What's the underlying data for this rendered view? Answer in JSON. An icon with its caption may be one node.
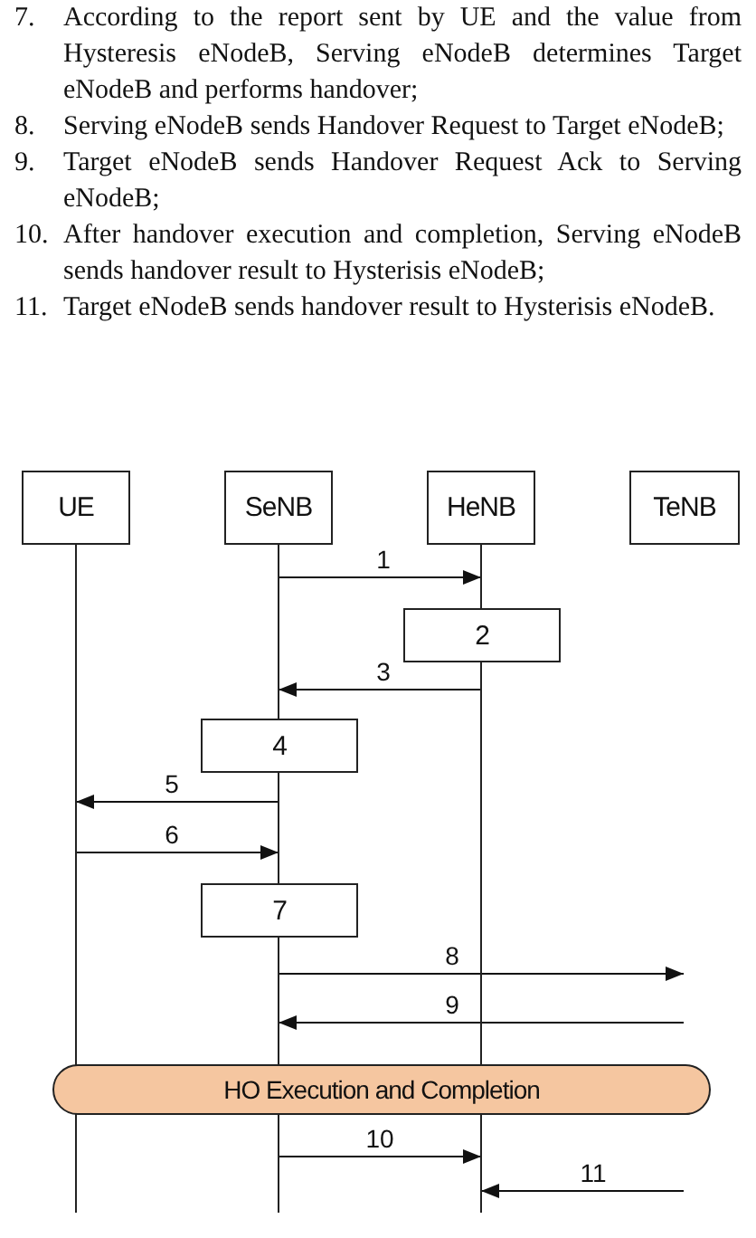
{
  "diagram": {
    "nodes": [
      {
        "text": [
          "UE"
        ]
      },
      {
        "text": [
          "SeNB"
        ]
      },
      {
        "text": [
          "HeNB"
        ]
      },
      {
        "text": [
          "TeNB"
        ]
      },
      {
        "text": [
          "2"
        ]
      },
      {
        "text": [
          "4"
        ]
      },
      {
        "text": [
          "7"
        ]
      },
      {
        "text": [
          "HO Execution and Completion"
        ]
      }
    ],
    "edges": [
      {
        "from": 1,
        "to": 2,
        "arrow": "to",
        "label": "1"
      },
      {
        "from": 2,
        "to": 1,
        "arrow": "to",
        "label": "3"
      },
      {
        "from": 1,
        "to": 0,
        "arrow": "to",
        "label": "5"
      },
      {
        "from": 0,
        "to": 1,
        "arrow": "to",
        "label": "6"
      },
      {
        "from": 1,
        "to": null,
        "arrow": "to",
        "label": "8"
      },
      {
        "from": null,
        "to": 1,
        "arrow": "to",
        "label": "9"
      },
      {
        "from": 1,
        "to": 2,
        "arrow": "to",
        "label": "10"
      },
      {
        "from": null,
        "to": 2,
        "arrow": "to",
        "label": "11"
      }
    ],
    "labels": [
      "7.",
      "According to the report sent by UE and the value from Hysteresis eNodeB, Serving eNodeB determines Target eNodeB and performs handover;",
      "8.",
      "Serving eNodeB sends Handover Request to Target eNodeB;",
      "9.",
      "Target eNodeB sends Handover Request Ack to Serving eNodeB;",
      "10.",
      "After handover execution and completion, Serving eNodeB sends handover result to Hysterisis eNodeB;",
      "11.",
      "Target eNodeB sends handover result to Hysterisis eNodeB."
    ]
  }
}
